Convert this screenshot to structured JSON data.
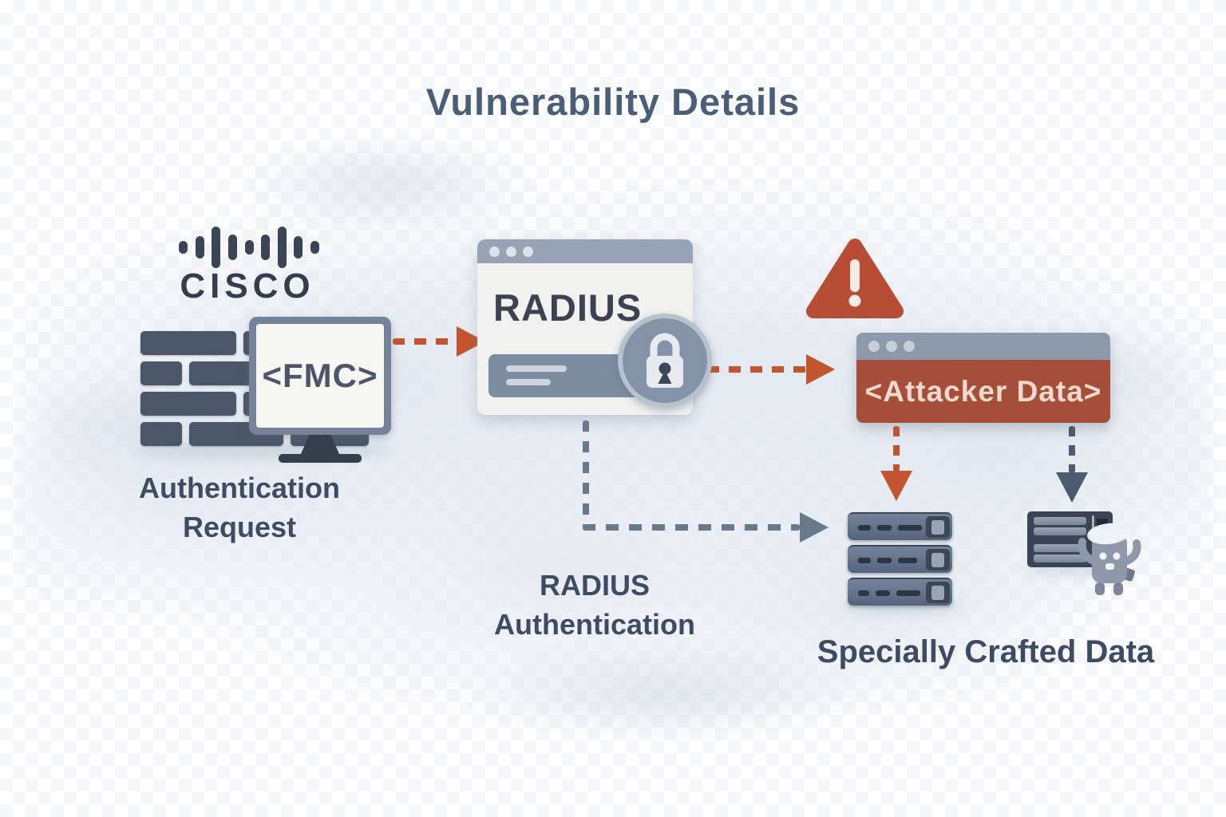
{
  "title": "Vulnerability Details",
  "cisco": {
    "brand": "CISCO",
    "screen_label": "<FMC>"
  },
  "radius_window": {
    "title": "RADIUS"
  },
  "attacker_window": {
    "label": "<Attacker Data>"
  },
  "labels": {
    "auth_request_line1": "Authentication",
    "auth_request_line2": "Request",
    "radius_auth_line1": "RADIUS",
    "radius_auth_line2": "Authentication",
    "specially_crafted": "Specially Crafted Data"
  },
  "icons": {
    "cisco_logo": "cisco-bridge-logo-icon",
    "firewall": "firewall-bricks-icon",
    "monitor": "monitor-icon",
    "window_controls": "window-dots-icon",
    "lock": "padlock-icon",
    "warning": "warning-triangle-icon",
    "server_stack": "server-stack-icon",
    "compromised_server": "server-unit-icon",
    "bug": "bug-mascot-icon"
  },
  "colors": {
    "title_ink": "#4a5e77",
    "label_ink": "#3d4c63",
    "brand_ink": "#353d4f",
    "arrow_red": "#c2552f",
    "arrow_gray": "#68798c",
    "arrow_dark_gray": "#4c5b6e",
    "warning_red": "#b84d35",
    "attacker_red": "#a54e3a",
    "window_titlebar": "#97a3b5",
    "firewall_brick": "#4b5768",
    "server_body": "#55637c"
  }
}
